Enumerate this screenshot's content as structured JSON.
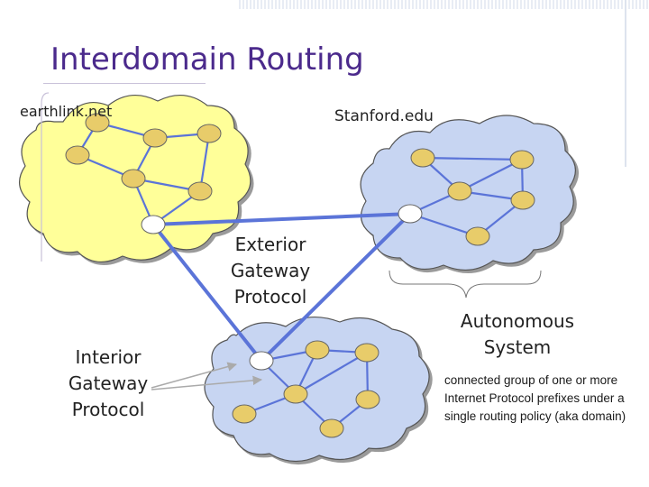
{
  "title": "Interdomain Routing",
  "domains": {
    "earthlink": "earthlink.net",
    "stanford": "Stanford.edu"
  },
  "labels": {
    "exterior_gateway": [
      "Exterior",
      "Gateway",
      "Protocol"
    ],
    "interior_gateway": [
      "Interior",
      "Gateway",
      "Protocol"
    ],
    "autonomous_system": [
      "Autonomous",
      "System"
    ],
    "as_definition": "connected group of one or more Internet Protocol prefixes under a single routing policy (aka domain)"
  },
  "colors": {
    "title": "#4b2a8c",
    "yellow_cloud": "#ffff99",
    "blue_cloud": "#c7d5f2",
    "router": "#e8cc6a",
    "gateway_router": "#ffffff",
    "link": "#5b74d8",
    "arrow": "#aaaaaa"
  }
}
